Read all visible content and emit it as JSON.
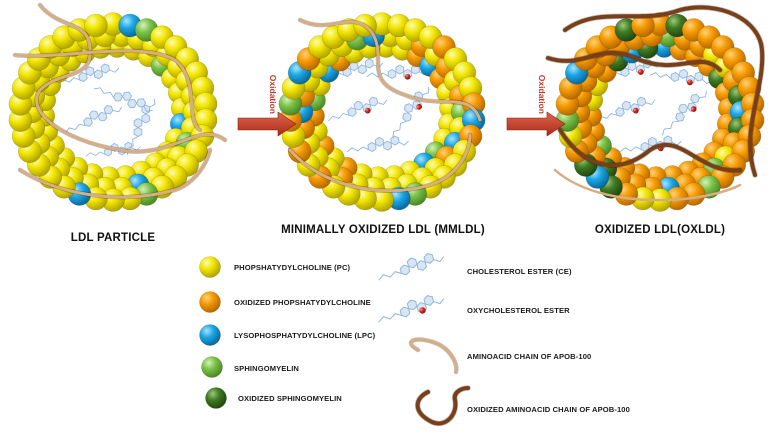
{
  "particles": [
    {
      "caption": "LDL PARTICLE"
    },
    {
      "caption": "MINIMALLY OXIDIZED LDL (MMLDL)"
    },
    {
      "caption": "OXIDIZED LDL(OXLDL)"
    }
  ],
  "arrows": [
    {
      "label": "Oxidation"
    },
    {
      "label": "Oxidation"
    }
  ],
  "legend": {
    "left": [
      {
        "icon": "phosphatidylcholine-sphere",
        "color": "#f2e600",
        "label": "PHOPSHATYDYLCHOLINE (PC)"
      },
      {
        "icon": "oxidized-phosphatidylcholine-sphere",
        "color": "#f59a00",
        "label": "OXIDIZED PHOPSHATYDYLCHOLINE"
      },
      {
        "icon": "lysophosphatidylcholine-sphere",
        "color": "#1ba7e6",
        "label": "LYSOPHOSPHATYDYLCHOLINE (LPC)"
      },
      {
        "icon": "sphingomyelin-sphere",
        "color": "#7cc24a",
        "label": "SPHINGOMYELIN"
      },
      {
        "icon": "oxidized-sphingomyelin-sphere",
        "color": "#3f7a22",
        "label": "OXIDIZED SPHINGOMYELIN"
      }
    ],
    "right": [
      {
        "icon": "cholesterol-ester-icon",
        "label": "CHOLESTEROL ESTER (CE)"
      },
      {
        "icon": "oxycholesterol-ester-icon",
        "label": "OXYCHOLESTEROL ESTER"
      },
      {
        "icon": "apob-chain-icon",
        "color": "#d9ad84",
        "label": "AMINOACID CHAIN OF APOB-100"
      },
      {
        "icon": "oxidized-apob-chain-icon",
        "color": "#7a3f1a",
        "label": "OXIDIZED AMINOACID CHAIN OF APOB-100"
      }
    ]
  },
  "colors": {
    "yellow": "#f2e600",
    "orange": "#f59a00",
    "blue": "#1ba7e6",
    "green": "#7cc24a",
    "darkgreen": "#3f7a22",
    "chain": "#d9ad84",
    "chain_oxidized": "#7a3f1a",
    "arrow": "#c0392b",
    "oxygen_dot": "#d6261b",
    "cholesterol": "#8fb6e0"
  }
}
